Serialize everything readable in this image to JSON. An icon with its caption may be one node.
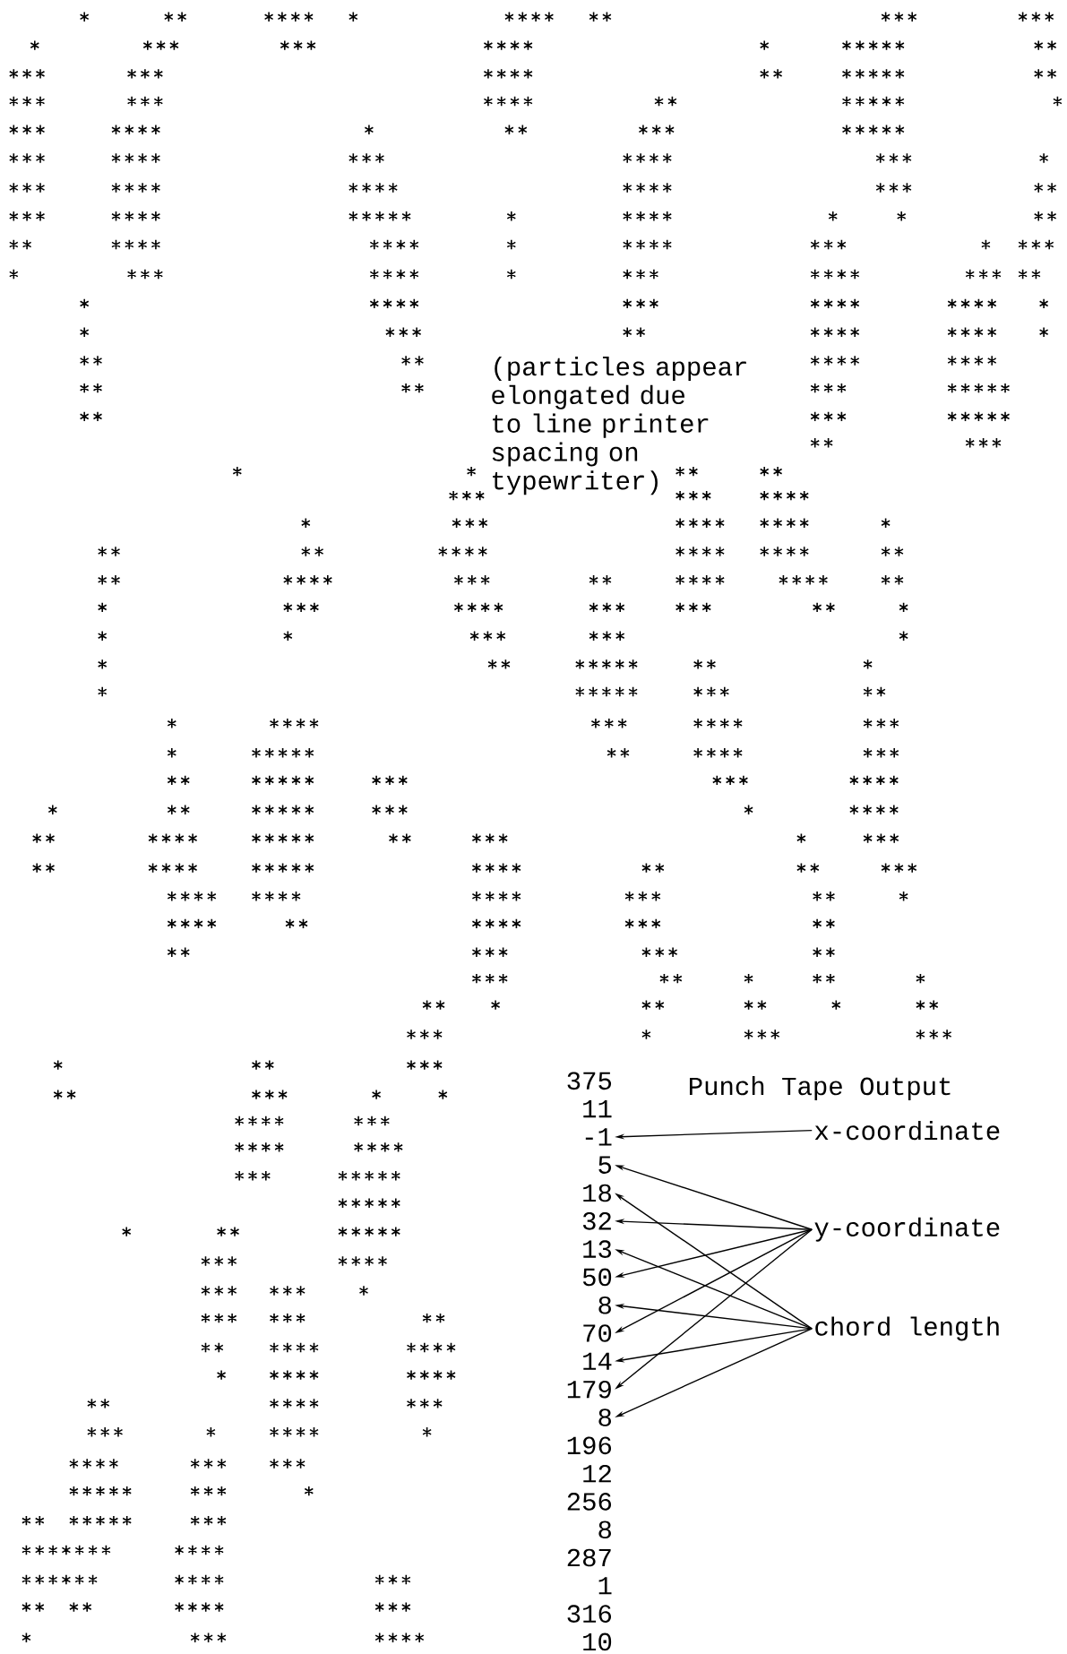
{
  "diagram": {
    "nodes": [
      {
        "text": [
          "-1"
        ]
      },
      {
        "text": [
          "5"
        ]
      },
      {
        "text": [
          "18"
        ]
      },
      {
        "text": [
          "32"
        ]
      },
      {
        "text": [
          "13"
        ]
      },
      {
        "text": [
          "50"
        ]
      },
      {
        "text": [
          "8"
        ]
      },
      {
        "text": [
          "70"
        ]
      },
      {
        "text": [
          "14"
        ]
      },
      {
        "text": [
          "179"
        ]
      },
      {
        "text": [
          "8"
        ]
      },
      {
        "text": [
          "x-coordinate"
        ]
      },
      {
        "text": [
          "y-coordinate"
        ]
      },
      {
        "text": [
          "chord length"
        ]
      }
    ],
    "edges": [
      {
        "from": 11,
        "to": 0,
        "arrow": "to"
      },
      {
        "from": 12,
        "to": 1,
        "arrow": "to"
      },
      {
        "from": 12,
        "to": 3,
        "arrow": "to"
      },
      {
        "from": 12,
        "to": 5,
        "arrow": "to"
      },
      {
        "from": 12,
        "to": 7,
        "arrow": "to"
      },
      {
        "from": 12,
        "to": 9,
        "arrow": "to"
      },
      {
        "from": 13,
        "to": 2,
        "arrow": "to"
      },
      {
        "from": 13,
        "to": 4,
        "arrow": "to"
      },
      {
        "from": 13,
        "to": 6,
        "arrow": "to"
      },
      {
        "from": 13,
        "to": 8,
        "arrow": "to"
      },
      {
        "from": 13,
        "to": 10,
        "arrow": "to"
      }
    ],
    "labels": [
      "(particles appear elongated due to line printer spacing on typewriter)",
      "375",
      "11",
      "Punch Tape Output",
      "196",
      "12",
      "256",
      "8",
      "287",
      "1",
      "316",
      "10"
    ]
  }
}
